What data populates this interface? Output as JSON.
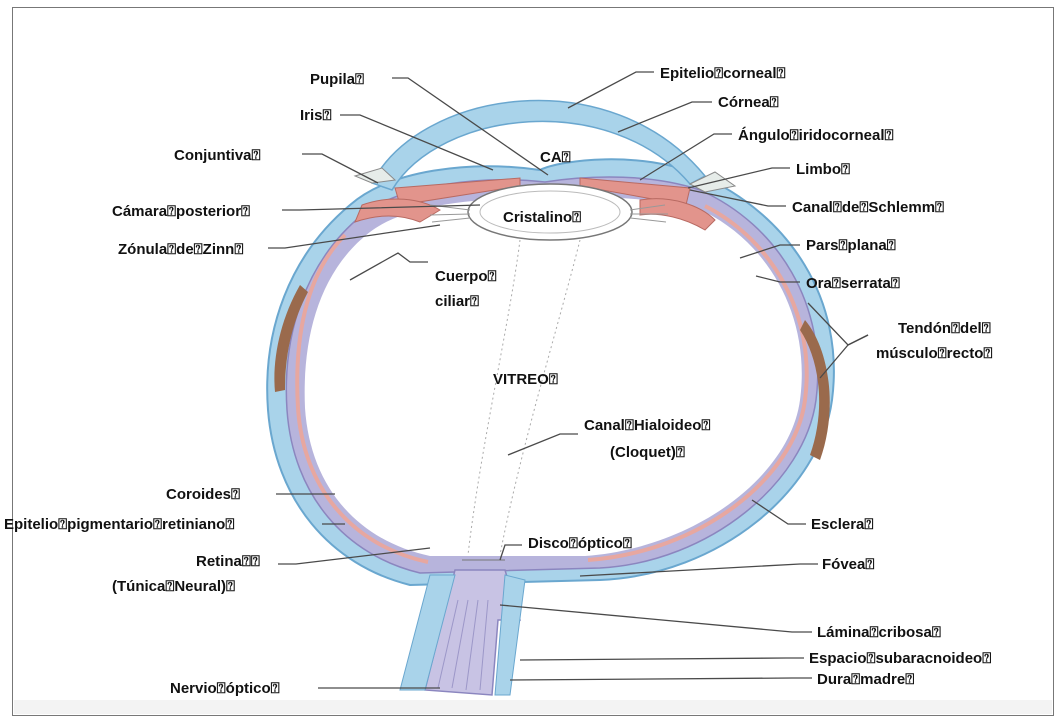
{
  "diagram": {
    "labels": {
      "pupila": "Pupila\u0000",
      "iris": "Iris\u0000",
      "conjuntiva": "Conjuntiva\u0000",
      "camara_posterior": "Cámara\u0000posterior\u0000",
      "zonula": "Zónula\u0000de\u0000Zinn\u0000",
      "cuerpo_ciliar_1": "Cuerpo\u0000",
      "cuerpo_ciliar_2": "ciliar\u0000",
      "ca": "CA\u0000",
      "cristalino": "Cristalino\u0000",
      "epitelio_corneal": "Epitelio\u0000corneal\u0000",
      "cornea": "Córnea\u0000",
      "angulo": "Ángulo\u0000iridocorneal\u0000",
      "limbo": "Limbo\u0000",
      "canal_schlemm": "Canal\u0000de\u0000Schlemm\u0000",
      "pars_plana": "Pars\u0000plana\u0000",
      "ora_serrata": "Ora\u0000serrata\u0000",
      "tendon_1": "Tendón\u0000del\u0000",
      "tendon_2": "músculo\u0000recto\u0000",
      "vitreo": "VITREO\u0000",
      "canal_hialoideo_1": "Canal\u0000Hialoideo\u0000",
      "canal_hialoideo_2": "(Cloquet)\u0000",
      "coroides": "Coroides\u0000",
      "epitelio_pigmentario": "Epitelio\u0000pigmentario\u0000retiniano\u0000",
      "retina_1": "Retina\u0000\u0000",
      "retina_2": "(Túnica\u0000Neural)\u0000",
      "disco_optico": "Disco\u0000óptico\u0000",
      "esclera": "Esclera\u0000",
      "fovea": "Fóvea\u0000",
      "lamina_cribosa": "Lámina\u0000cribosa\u0000",
      "espacio_subaracnoideo": "Espacio\u0000subaracnoideo\u0000",
      "dura_madre": "Dura\u0000madre\u0000",
      "nervio_optico": "Nervio\u0000óptico\u0000"
    },
    "colors": {
      "sclera": "#a9d3ea",
      "sclera_edge": "#6aa7cf",
      "choroid": "#b7b4dc",
      "retina": "#e7a7a0",
      "iris": "#e2948c",
      "muscle": "#9a6a4c",
      "nerve": "#c8c3e4"
    }
  }
}
